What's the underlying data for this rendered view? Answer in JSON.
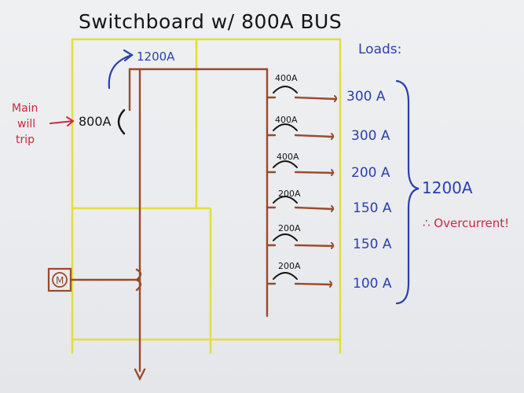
{
  "title": "Switchboard w/ 800A BUS",
  "bus_rating_label": "1200A",
  "main_breaker_label": "800A",
  "main_note": [
    "Main",
    "will",
    "trip"
  ],
  "loads_heading": "Loads:",
  "branches": [
    {
      "breaker": "400A",
      "load": "300 A"
    },
    {
      "breaker": "400A",
      "load": "300 A"
    },
    {
      "breaker": "400A",
      "load": "200 A"
    },
    {
      "breaker": "200A",
      "load": "150 A"
    },
    {
      "breaker": "200A",
      "load": "150 A"
    },
    {
      "breaker": "200A",
      "load": "100 A"
    }
  ],
  "total_load": "1200A",
  "conclusion": "∴ Overcurrent!",
  "motor_symbol": "M",
  "colors": {
    "enclosure": "#e3df3a",
    "wiring": "#9a4a2c",
    "text_blue": "#2a3fae",
    "text_red": "#cc2a3e",
    "text_black": "#151515"
  }
}
